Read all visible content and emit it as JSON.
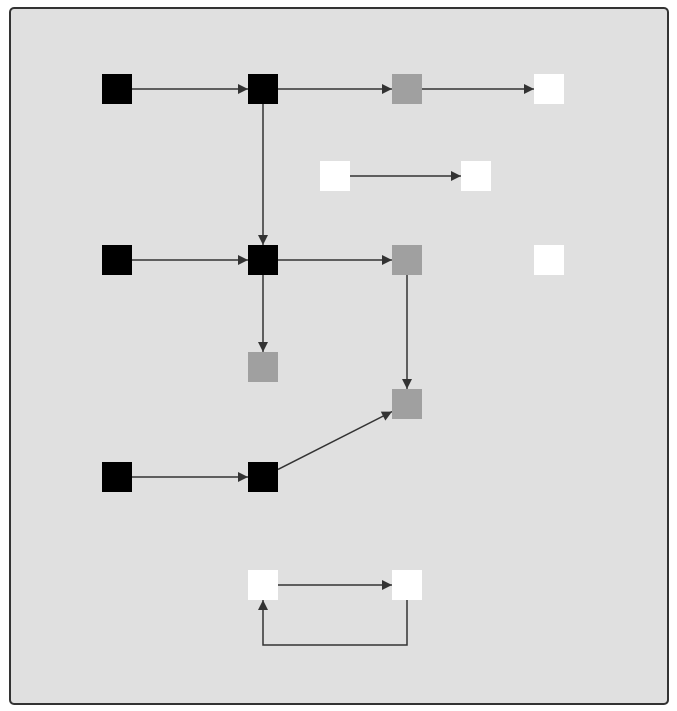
{
  "colors": {
    "background": "#e0e0e0",
    "border": "#333333",
    "edge": "#333333",
    "black": "#000000",
    "gray": "#a0a0a0",
    "white": "#ffffff"
  },
  "nodes": [
    {
      "id": "A",
      "color": "black"
    },
    {
      "id": "B",
      "color": "black"
    },
    {
      "id": "C",
      "color": "gray"
    },
    {
      "id": "D",
      "color": "white"
    },
    {
      "id": "E",
      "color": "white"
    },
    {
      "id": "F",
      "color": "white"
    },
    {
      "id": "G",
      "color": "black"
    },
    {
      "id": "H",
      "color": "black"
    },
    {
      "id": "I",
      "color": "gray"
    },
    {
      "id": "J",
      "color": "white"
    },
    {
      "id": "K",
      "color": "gray"
    },
    {
      "id": "L",
      "color": "gray"
    },
    {
      "id": "M",
      "color": "black"
    },
    {
      "id": "N",
      "color": "black"
    },
    {
      "id": "O",
      "color": "white"
    },
    {
      "id": "P",
      "color": "white"
    }
  ],
  "edges": [
    [
      "A",
      "B"
    ],
    [
      "B",
      "C"
    ],
    [
      "C",
      "D"
    ],
    [
      "E",
      "F"
    ],
    [
      "B",
      "H"
    ],
    [
      "G",
      "H"
    ],
    [
      "H",
      "I"
    ],
    [
      "H",
      "K"
    ],
    [
      "I",
      "L"
    ],
    [
      "M",
      "N"
    ],
    [
      "N",
      "L"
    ],
    [
      "O",
      "P"
    ],
    [
      "P",
      "O"
    ]
  ]
}
